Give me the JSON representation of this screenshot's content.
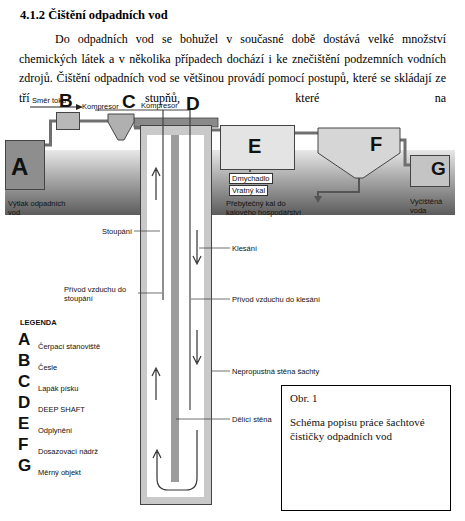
{
  "diagram": {
    "title": "4.1.2 Čištění odpadních vod",
    "nodes": [
      {
        "text": [
          "A"
        ]
      },
      {
        "text": [
          "B"
        ]
      },
      {
        "text": [
          "C"
        ]
      },
      {
        "text": [
          "D"
        ]
      },
      {
        "text": [
          "E"
        ]
      },
      {
        "text": [
          "F"
        ]
      },
      {
        "text": [
          "G"
        ]
      },
      {
        "text": [
          "Obr. 1",
          "Schéma popisu práce šachtové čističky odpadních vod"
        ]
      }
    ],
    "edges": [
      {
        "from": 0,
        "to": 1,
        "arrow": "none"
      },
      {
        "from": 1,
        "to": 2,
        "arrow": "none"
      },
      {
        "from": 2,
        "to": 3,
        "arrow": "none"
      },
      {
        "from": 3,
        "to": 4,
        "arrow": "none"
      },
      {
        "from": 4,
        "to": 5,
        "arrow": "none"
      },
      {
        "from": 5,
        "to": 6,
        "arrow": "none"
      }
    ],
    "labels": [
      "Do odpadních vod se bohužel v současné době dostává velké množství chemických látek a v několika případech dochází i ke znečištění podzemních vodních zdrojů. Čištění odpadních vod se většinou provádí pomocí postupů, které se skládají ze tří stupňů, které na",
      "Směr toku",
      "Kompresor",
      "Kompresor",
      "Výtlak odpadních vod",
      "Stoupání",
      "Přívod vzduchu do stoupání",
      "Dmychadlo",
      "Vratný kal",
      "Přebytečný kal do kalového hospodářství",
      "Vyčištěná voda",
      "Klesání",
      "Přívod vzduchu do klesání",
      "Nepropustná stěna šachty",
      "Dělící stěna",
      "LEGENDA",
      "A",
      "B",
      "C",
      "D",
      "E",
      "F",
      "G"
    ],
    "legend": [
      {
        "text": "Čerpací stanoviště"
      },
      {
        "text": "Česle"
      },
      {
        "text": "Lapák písku"
      },
      {
        "text": "DEEP SHAFT"
      },
      {
        "text": "Odplynění"
      },
      {
        "text": "Dosazovací nádrž"
      },
      {
        "text": "Měrný objekt"
      }
    ]
  }
}
